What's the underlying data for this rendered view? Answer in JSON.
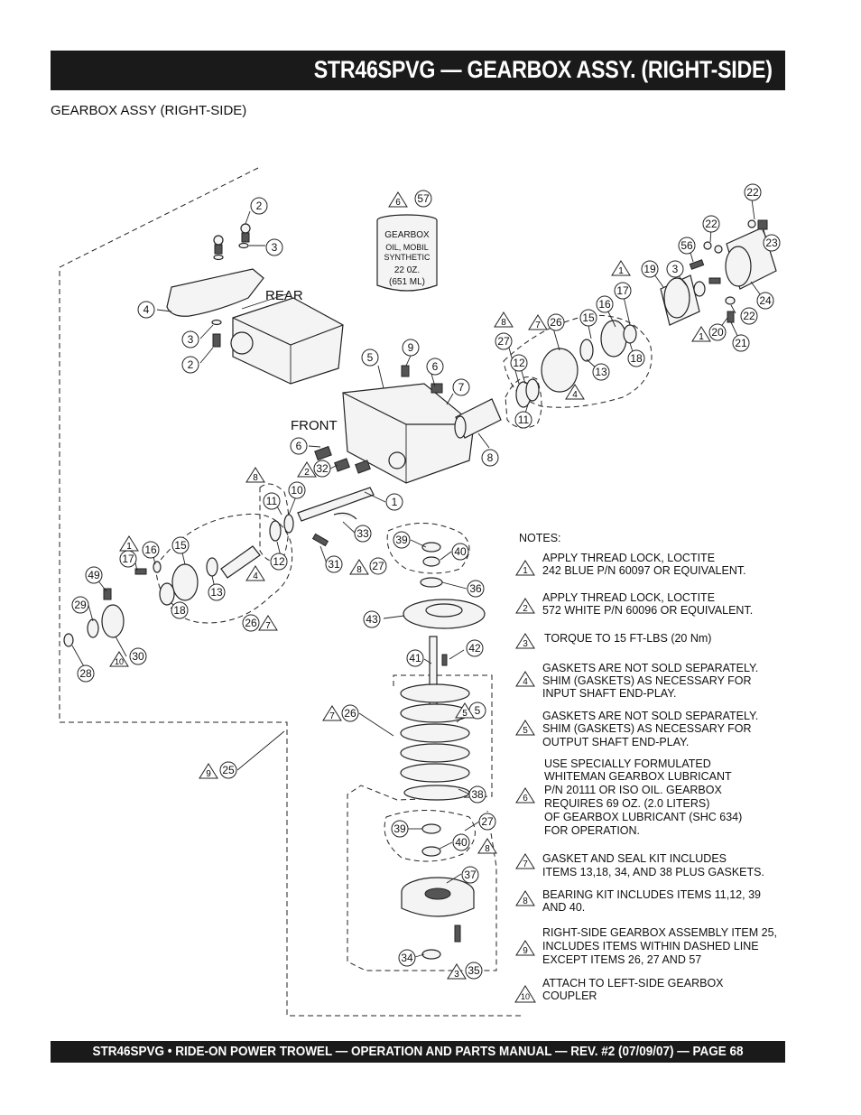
{
  "header": {
    "title": "STR46SPVG — GEARBOX ASSY. (RIGHT-SIDE)"
  },
  "subtitle": "GEARBOX  ASSY (RIGHT-SIDE)",
  "labels": {
    "rear": "REAR",
    "front": "FRONT"
  },
  "can": {
    "line1": "GEARBOX",
    "line2": "OIL, MOBIL",
    "line3": "SYNTHETIC",
    "line4": "22 0Z.",
    "line5": "(651 ML)"
  },
  "callouts": [
    {
      "n": "2"
    },
    {
      "n": "3"
    },
    {
      "n": "4"
    },
    {
      "n": "3"
    },
    {
      "n": "2"
    },
    {
      "n": "5"
    },
    {
      "n": "9"
    },
    {
      "n": "6"
    },
    {
      "n": "7"
    },
    {
      "n": "6"
    },
    {
      "n": "32"
    },
    {
      "n": "1"
    },
    {
      "n": "10"
    },
    {
      "n": "11"
    },
    {
      "n": "12"
    },
    {
      "n": "33"
    },
    {
      "n": "31"
    },
    {
      "n": "27"
    },
    {
      "n": "39"
    },
    {
      "n": "40"
    },
    {
      "n": "36"
    },
    {
      "n": "43"
    },
    {
      "n": "41"
    },
    {
      "n": "42"
    },
    {
      "n": "26"
    },
    {
      "n": "5"
    },
    {
      "n": "38"
    },
    {
      "n": "39"
    },
    {
      "n": "40"
    },
    {
      "n": "27"
    },
    {
      "n": "37"
    },
    {
      "n": "34"
    },
    {
      "n": "35"
    },
    {
      "n": "25"
    },
    {
      "n": "16"
    },
    {
      "n": "15"
    },
    {
      "n": "17"
    },
    {
      "n": "49"
    },
    {
      "n": "29"
    },
    {
      "n": "13"
    },
    {
      "n": "18"
    },
    {
      "n": "26"
    },
    {
      "n": "30"
    },
    {
      "n": "28"
    },
    {
      "n": "57"
    },
    {
      "n": "22"
    },
    {
      "n": "22"
    },
    {
      "n": "23"
    },
    {
      "n": "56"
    },
    {
      "n": "3"
    },
    {
      "n": "19"
    },
    {
      "n": "17"
    },
    {
      "n": "16"
    },
    {
      "n": "15"
    },
    {
      "n": "24"
    },
    {
      "n": "22"
    },
    {
      "n": "20"
    },
    {
      "n": "21"
    },
    {
      "n": "18"
    },
    {
      "n": "13"
    },
    {
      "n": "26"
    },
    {
      "n": "27"
    },
    {
      "n": "12"
    },
    {
      "n": "11"
    },
    {
      "n": "8"
    }
  ],
  "notes": {
    "heading": "NOTES:",
    "items": [
      {
        "num": "1",
        "lines": [
          "APPLY THREAD LOCK, LOCTITE",
          "242 BLUE P/N 60097 OR EQUIVALENT."
        ]
      },
      {
        "num": "2",
        "lines": [
          "APPLY THREAD LOCK, LOCTITE",
          "572 WHITE P/N 60096 OR EQUIVALENT."
        ]
      },
      {
        "num": "3",
        "lines": [
          "TORQUE TO 15 FT-LBS (20 Nm)"
        ]
      },
      {
        "num": "4",
        "lines": [
          "GASKETS ARE NOT SOLD SEPARATELY.",
          "SHIM (GASKETS) AS NECESSARY FOR",
          "INPUT SHAFT END-PLAY."
        ]
      },
      {
        "num": "5",
        "lines": [
          "GASKETS ARE NOT SOLD SEPARATELY.",
          "SHIM (GASKETS) AS NECESSARY FOR",
          "OUTPUT SHAFT END-PLAY."
        ]
      },
      {
        "num": "6",
        "lines": [
          "USE SPECIALLY FORMULATED",
          "WHITEMAN GEARBOX LUBRICANT",
          "P/N 20111 OR ISO OIL. GEARBOX",
          "REQUIRES 69 OZ. (2.0 LITERS)",
          "OF GEARBOX LUBRICANT (SHC 634)",
          "FOR OPERATION."
        ]
      },
      {
        "num": "7",
        "lines": [
          "GASKET AND SEAL KIT INCLUDES",
          "ITEMS 13,18, 34, AND 38  PLUS GASKETS."
        ]
      },
      {
        "num": "8",
        "lines": [
          "BEARING KIT INCLUDES ITEMS 11,12, 39",
          "AND 40."
        ]
      },
      {
        "num": "9",
        "lines": [
          "RIGHT-SIDE GEARBOX ASSEMBLY ITEM 25,",
          "INCLUDES ITEMS WITHIN DASHED LINE",
          "EXCEPT ITEMS 26, 27 AND 57"
        ]
      },
      {
        "num": "10",
        "lines": [
          "ATTACH TO LEFT-SIDE GEARBOX",
          "COUPLER"
        ]
      }
    ]
  },
  "footer": {
    "text": "STR46SPVG • RIDE-ON POWER TROWEL — OPERATION AND PARTS MANUAL — REV. #2 (07/09/07) — PAGE 68"
  }
}
